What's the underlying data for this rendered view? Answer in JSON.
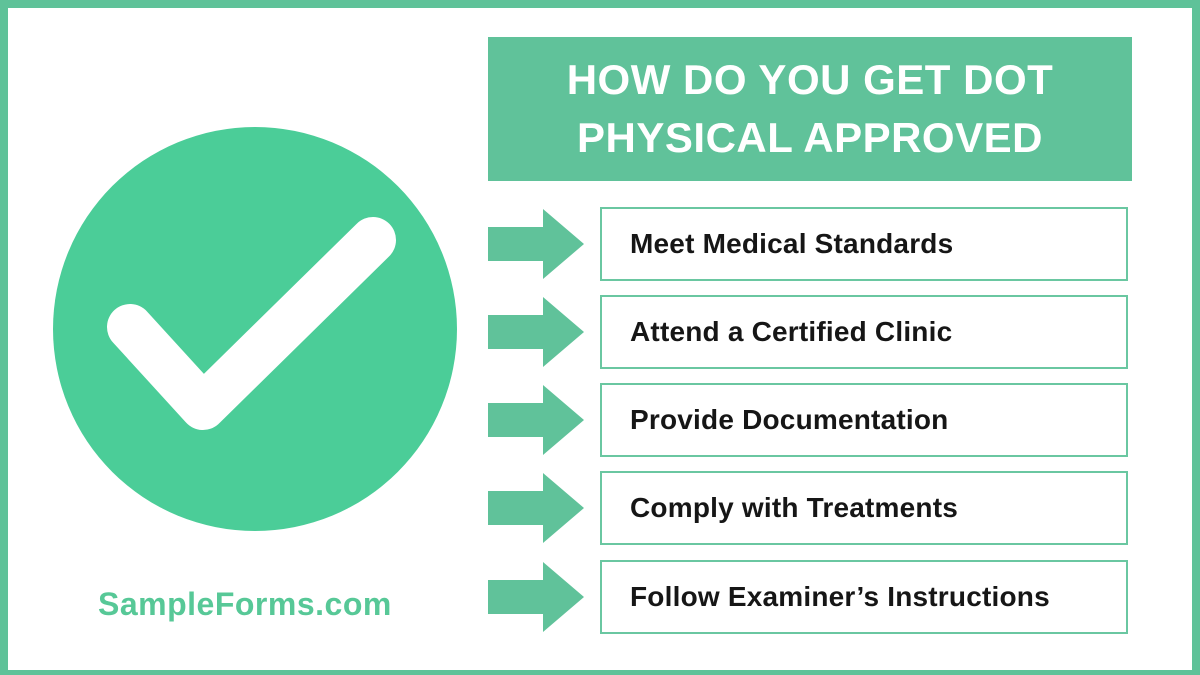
{
  "logo": {
    "text": "SampleForms.com",
    "color": "#57c897"
  },
  "header": {
    "lines": [
      "HOW DO YOU GET DOT",
      "PHYSICAL APPROVED"
    ],
    "background": "#60c29a",
    "text_color": "#ffffff"
  },
  "steps": [
    {
      "label": "Meet Medical Standards"
    },
    {
      "label": "Attend a Certified Clinic"
    },
    {
      "label": "Provide Documentation"
    },
    {
      "label": "Comply with Treatments"
    },
    {
      "label": "Follow Examiner’s Instructions"
    }
  ],
  "icons": {
    "badge": "checkmark-icon",
    "step_marker": "arrow-right-icon"
  },
  "colors": {
    "background": "#ffffff",
    "frame_green": "#5fc299",
    "badge_green": "#4bcd98",
    "banner_green": "#60c29a",
    "arrow_green": "#60c29a",
    "step_box_border_green": "#6ac7a1",
    "step_text": "#161616",
    "checkmark_white": "#ffffff"
  }
}
